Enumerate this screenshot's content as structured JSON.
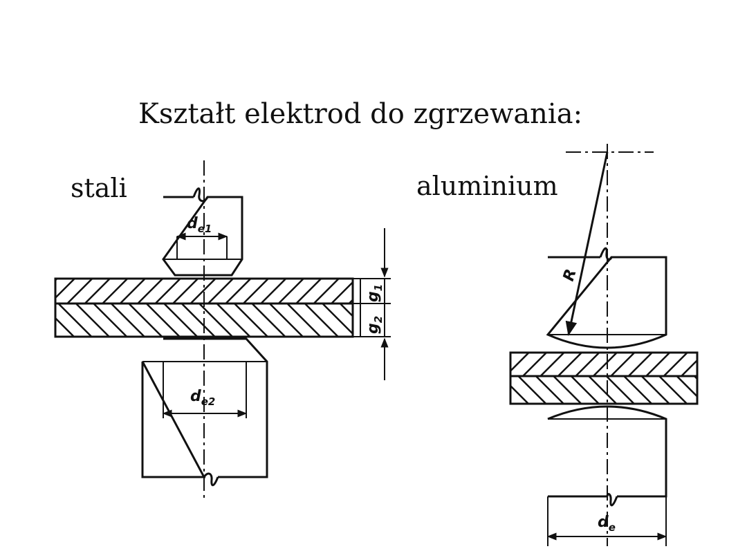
{
  "title": "Kształt elektrod do zgrzewania:",
  "steel": {
    "label": "stali",
    "dim_de1": {
      "main": "d",
      "sub": "e1"
    },
    "dim_de2": {
      "main": "d",
      "sub": "e2"
    },
    "dim_g1": {
      "main": "g",
      "sub": "1"
    },
    "dim_g2": {
      "main": "g",
      "sub": "2"
    }
  },
  "aluminium": {
    "label": "aluminium",
    "dim_R": "R",
    "dim_de": {
      "main": "d",
      "sub": "e"
    }
  }
}
